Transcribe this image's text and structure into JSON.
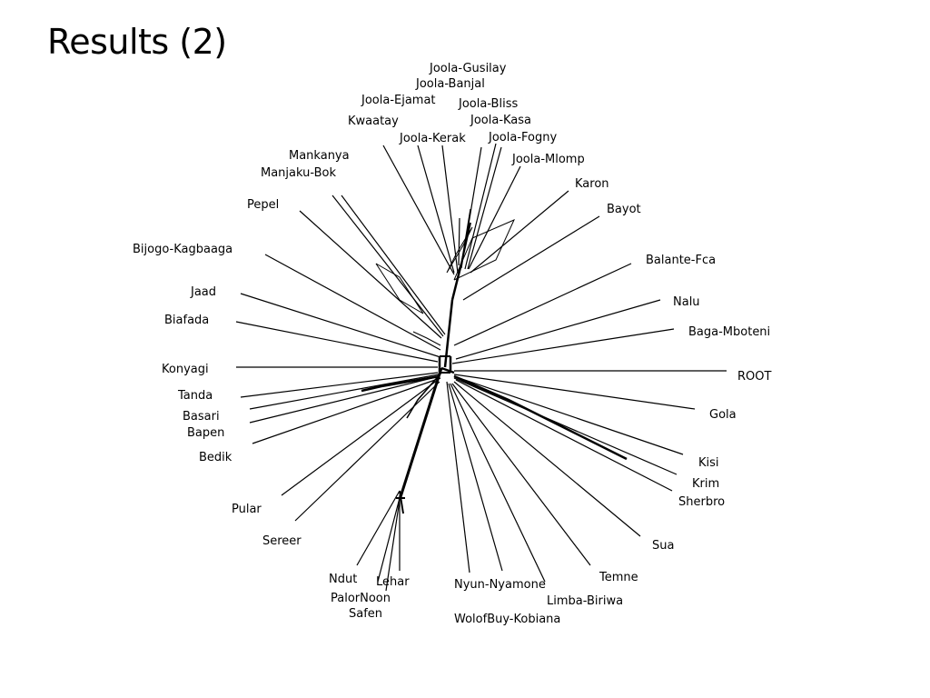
{
  "slide": {
    "title": "Results (2)"
  },
  "diagram": {
    "type": "phylogenetic network",
    "languages": [
      "Joola-Gusilay",
      "Joola-Banjal",
      "Joola-Ejamat",
      "Joola-Bliss",
      "Kwaatay",
      "Joola-Kasa",
      "Joola-Kerak",
      "Joola-Fogny",
      "Mankanya",
      "Joola-Mlomp",
      "Manjaku-Bok",
      "Karon",
      "Pepel",
      "Bayot",
      "Bijogo-Kagbaaga",
      "Balante-Fca",
      "Jaad",
      "Nalu",
      "Biafada",
      "Baga-Mboteni",
      "Konyagi",
      "ROOT",
      "Tanda",
      "Gola",
      "Basari",
      "Bapen",
      "Bedik",
      "Kisi",
      "Krim",
      "Sherbro",
      "Pular",
      "Sua",
      "Sereer",
      "Ndut",
      "Lehar",
      "Temne",
      "Nyun-Nyamone",
      "PalorNoon",
      "Limba-Biriwa",
      "Safen",
      "WolofBuy-Kobiana"
    ]
  }
}
